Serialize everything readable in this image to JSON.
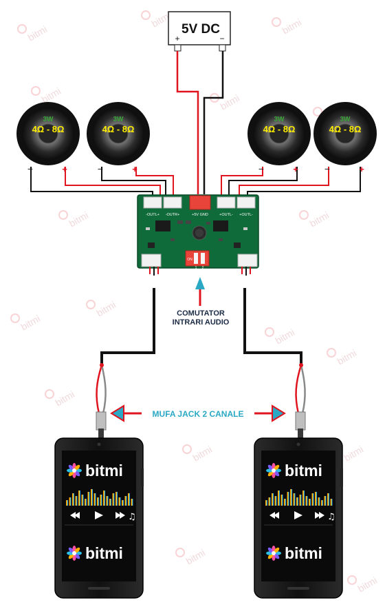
{
  "power": {
    "label": "5V DC",
    "plus": "+",
    "minus": "−"
  },
  "speakers": [
    {
      "power": "3W",
      "impedance": "4Ω - 8Ω",
      "minus": "−",
      "plus": "+"
    },
    {
      "power": "3W",
      "impedance": "4Ω - 8Ω",
      "minus": "−",
      "plus": "+"
    },
    {
      "power": "3W",
      "impedance": "4Ω - 8Ω",
      "minus": "−",
      "plus": "+"
    },
    {
      "power": "3W",
      "impedance": "4Ω - 8Ω",
      "minus": "−",
      "plus": "+"
    }
  ],
  "board": {
    "labels": {
      "outl_left": "-OUTL+",
      "outr_left": "-OUTR+",
      "power": "+5V GND",
      "outl_right": "+OUTL-",
      "outr_right": "+OUTL-",
      "switch_on": "ON",
      "switch_1": "1",
      "switch_2": "2"
    }
  },
  "switch_label": {
    "line1": "COMUTATOR",
    "line2": "INTRARI AUDIO"
  },
  "jack_label": "MUFA JACK 2 CANALE",
  "phones": [
    {
      "brand_top": "bitmi",
      "brand_bottom": "bitmi"
    },
    {
      "brand_top": "bitmi",
      "brand_bottom": "bitmi"
    }
  ],
  "watermark": "bitmi",
  "colors": {
    "wire_red": "#e0141e",
    "wire_black": "#111111",
    "pcb": "#0f6b3a",
    "switch": "#e8443a",
    "accent_arrow": "#2aa8c4",
    "jack_text": "#2aa8c4",
    "speaker_text": "#ffee00",
    "speaker_power": "#3aa63a",
    "phone_screen": "#0a0a0a",
    "brand_text": "#ffffff"
  }
}
